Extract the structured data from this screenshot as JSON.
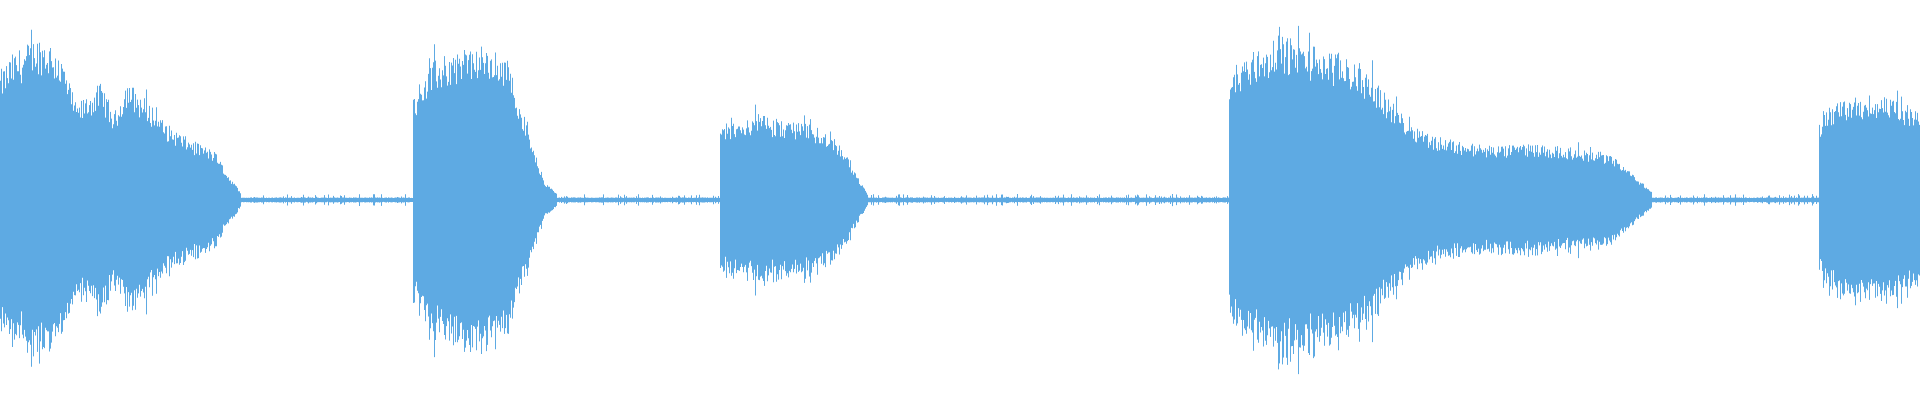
{
  "waveform": {
    "color": "#5eaae3",
    "background": "#ffffff",
    "duration_fraction_note": "",
    "segments": [
      {
        "start": 0.0,
        "end": 0.125,
        "envelope": [
          0.75,
          0.85,
          0.9,
          0.95,
          0.92,
          0.8,
          0.55,
          0.62,
          0.68,
          0.5,
          0.7,
          0.62,
          0.55,
          0.45,
          0.4,
          0.35,
          0.32,
          0.28,
          0.15,
          0.05
        ]
      },
      {
        "start": 0.215,
        "end": 0.29,
        "envelope": [
          0.6,
          0.75,
          0.82,
          0.85,
          0.88,
          0.9,
          0.88,
          0.85,
          0.8,
          0.55,
          0.3,
          0.1,
          0.04
        ]
      },
      {
        "start": 0.375,
        "end": 0.452,
        "envelope": [
          0.4,
          0.45,
          0.48,
          0.5,
          0.48,
          0.46,
          0.45,
          0.44,
          0.42,
          0.38,
          0.3,
          0.15,
          0.03
        ]
      },
      {
        "start": 0.64,
        "end": 0.86,
        "envelope": [
          0.75,
          0.85,
          0.9,
          0.95,
          0.92,
          0.88,
          0.85,
          0.8,
          0.7,
          0.55,
          0.45,
          0.38,
          0.35,
          0.33,
          0.32,
          0.31,
          0.33,
          0.32,
          0.31,
          0.3,
          0.28,
          0.25,
          0.15,
          0.05
        ]
      },
      {
        "start": 0.947,
        "end": 1.0,
        "envelope": [
          0.45,
          0.55,
          0.58,
          0.6,
          0.62,
          0.6,
          0.58,
          0.55,
          0.5
        ]
      }
    ],
    "silence_level": 0.015
  }
}
